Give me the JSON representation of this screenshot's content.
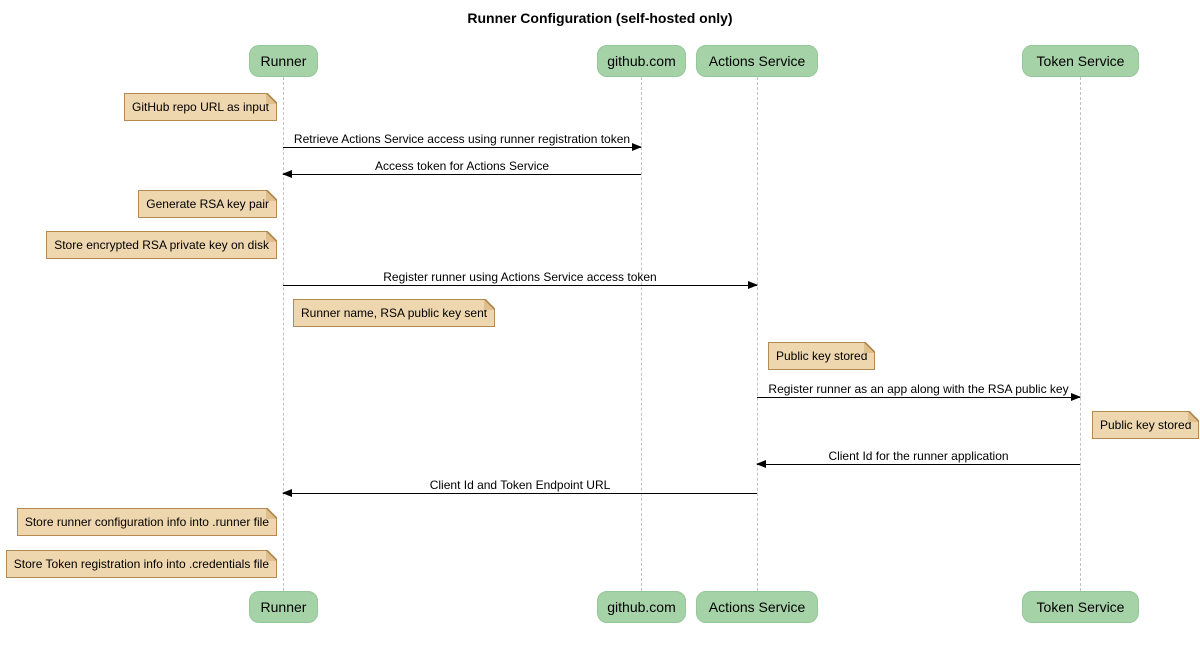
{
  "title": "Runner Configuration (self-hosted only)",
  "participants": [
    {
      "label": "Runner"
    },
    {
      "label": "github.com"
    },
    {
      "label": "Actions Service"
    },
    {
      "label": "Token Service"
    }
  ],
  "messages": [
    {
      "from": "Runner",
      "to": "github.com",
      "direction": "right",
      "label": "Retrieve Actions Service access using runner registration token"
    },
    {
      "from": "github.com",
      "to": "Runner",
      "direction": "left",
      "label": "Access token for Actions Service"
    },
    {
      "from": "Runner",
      "to": "Actions Service",
      "direction": "right",
      "label": "Register runner using Actions Service access token"
    },
    {
      "from": "Actions Service",
      "to": "Token Service",
      "direction": "right",
      "label": "Register runner as an app along with the RSA public key"
    },
    {
      "from": "Token Service",
      "to": "Actions Service",
      "direction": "left",
      "label": "Client Id for the runner application"
    },
    {
      "from": "Actions Service",
      "to": "Runner",
      "direction": "left",
      "label": "Client Id and Token Endpoint URL"
    }
  ],
  "notes": [
    {
      "label": "GitHub repo URL as input",
      "position": "left of Runner"
    },
    {
      "label": "Generate RSA key pair",
      "position": "left of Runner"
    },
    {
      "label": "Store encrypted RSA private key on disk",
      "position": "left of Runner"
    },
    {
      "label": "Runner name, RSA public key sent",
      "position": "right of Runner"
    },
    {
      "label": "Public key stored",
      "position": "right of Actions Service"
    },
    {
      "label": "Public key stored",
      "position": "right of Token Service"
    },
    {
      "label": "Store runner configuration info into .runner file",
      "position": "left of Runner"
    },
    {
      "label": "Store Token registration info into .credentials file",
      "position": "left of Runner"
    }
  ],
  "colors": {
    "participant_fill": "#A6D2A8",
    "participant_border": "#94C798",
    "note_fill": "#EED6AF",
    "note_border": "#B28A52",
    "lifeline": "#C2C2C2",
    "arrow": "#000000",
    "background": "#FFFFFF"
  }
}
